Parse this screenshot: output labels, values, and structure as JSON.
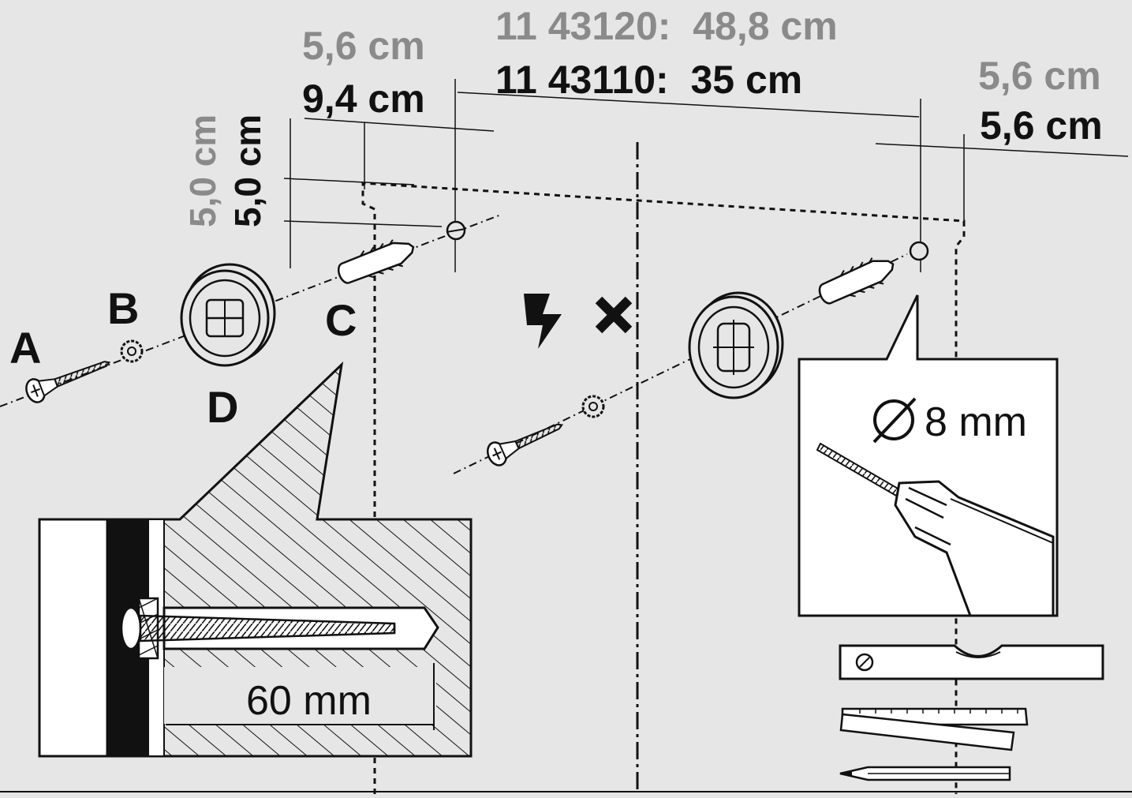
{
  "dimensions": {
    "left_offset_gray": "5,6 cm",
    "left_offset_black": "9,4 cm",
    "hole_spacing_gray": "11 43120:  48,8 cm",
    "hole_spacing_black": "11 43110:  35 cm",
    "right_offset_gray": "5,6 cm",
    "right_offset_black": "5,6 cm",
    "vertical_gray": "5,0 cm",
    "vertical_black": "5,0 cm"
  },
  "part_labels": {
    "screw": "A",
    "washer": "B",
    "dowel": "C",
    "cover": "D"
  },
  "drill_diameter": "8 mm",
  "drill_depth": "60 mm",
  "warning_icons": [
    "lightning-icon",
    "cross-icon"
  ],
  "tool_icons": [
    "spirit-level-icon",
    "folding-ruler-icon",
    "pencil-icon",
    "drill-icon"
  ]
}
